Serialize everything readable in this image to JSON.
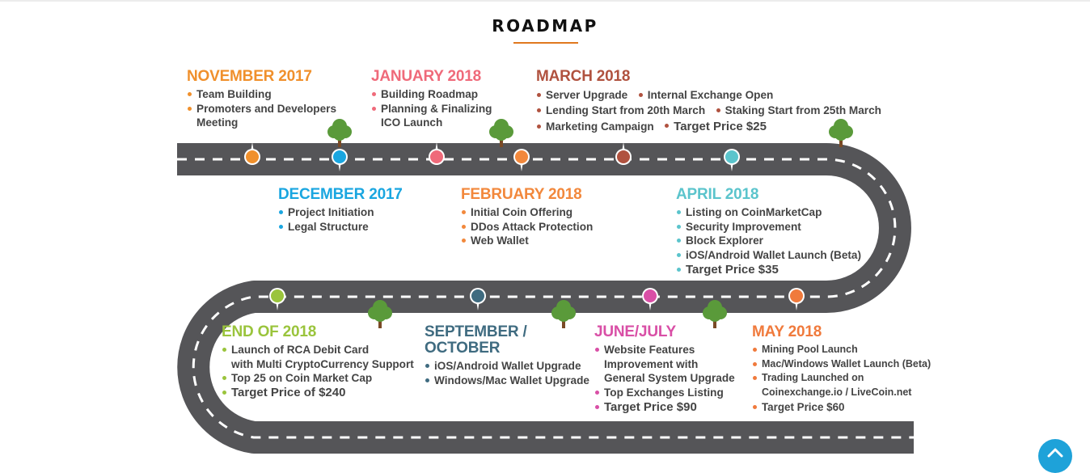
{
  "page": {
    "title": "ROADMAP"
  },
  "colors": {
    "road": "#555558",
    "road_edge": "#4a4a4d",
    "dash": "#ffffff",
    "accent_underline": "#e0781e",
    "scroll_button": "#1ea2d9",
    "tree_leaves": "#5a9a3a",
    "tree_trunk": "#7a4a26"
  },
  "milestones": {
    "nov2017": {
      "heading": "NOVEMBER 2017",
      "color": "#f0902c",
      "items": [
        "Team Building",
        "Promoters and Developers",
        "Meeting"
      ]
    },
    "dec2017": {
      "heading": "DECEMBER 2017",
      "color": "#1aa6e0",
      "items": [
        "Project Initiation",
        "Legal Structure"
      ]
    },
    "jan2018": {
      "heading": "JANUARY 2018",
      "color": "#ef6a7a",
      "items": [
        "Building Roadmap",
        "Planning & Finalizing",
        "ICO Launch"
      ]
    },
    "feb2018": {
      "heading": "FEBRUARY 2018",
      "color": "#f2883c",
      "items": [
        "Initial Coin Offering",
        "DDos Attack Protection",
        "Web Wallet"
      ]
    },
    "mar2018": {
      "heading": "MARCH 2018",
      "color": "#b0523f",
      "items": [
        "Server Upgrade",
        "Internal Exchange Open",
        "Lending Start from 20th March",
        "Staking Start from 25th March",
        "Marketing Campaign",
        "Target Price $25"
      ]
    },
    "apr2018": {
      "heading": "APRIL 2018",
      "color": "#5bc4cc",
      "items": [
        "Listing on CoinMarketCap",
        "Security Improvement",
        "Block Explorer",
        "iOS/Android Wallet Launch (Beta)",
        "Target Price $35"
      ]
    },
    "may2018": {
      "heading": "MAY 2018",
      "color": "#f07a3c",
      "items": [
        "Mining Pool Launch",
        "Mac/Windows Wallet Launch (Beta)",
        "Trading Launched on",
        "Coinexchange.io / LiveCoin.net",
        "Target Price $60"
      ]
    },
    "junjul": {
      "heading": "JUNE/JULY",
      "color": "#d94fa6",
      "items": [
        "Website Features",
        "Improvement with",
        "General System Upgrade",
        "Top Exchanges Listing",
        "Target Price $90"
      ]
    },
    "sepoct": {
      "heading_line1": "SEPTEMBER /",
      "heading_line2": "OCTOBER",
      "color": "#3f6b80",
      "items": [
        "iOS/Android Wallet Upgrade",
        "Windows/Mac Wallet Upgrade"
      ]
    },
    "end2018": {
      "heading": "END OF 2018",
      "color": "#9ac43c",
      "items": [
        "Launch of RCA Debit Card",
        "with Multi CryptoCurrency Support",
        "Top 25 on Coin Market Cap",
        "Target Price of $240"
      ]
    }
  },
  "icons": {
    "scroll_top": "chevron-up-icon",
    "tree": "tree-icon",
    "marker": "map-pin-icon"
  }
}
